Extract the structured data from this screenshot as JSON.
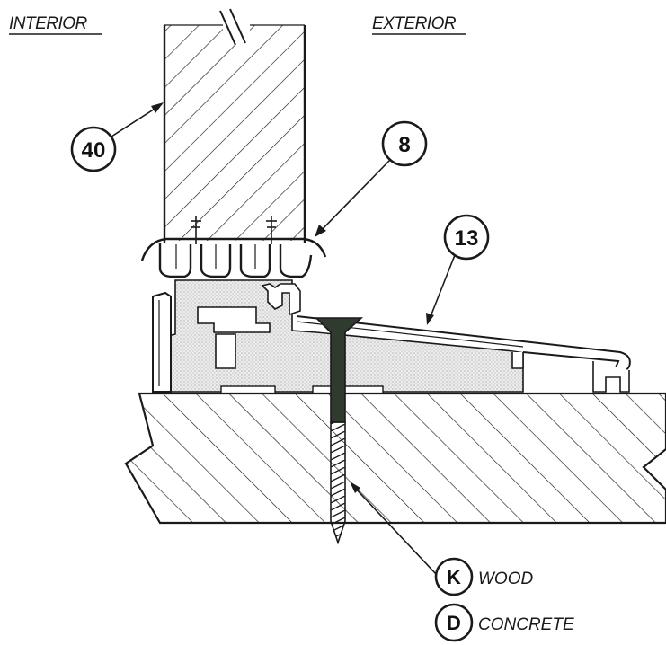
{
  "labels": {
    "interior": "INTERIOR",
    "exterior": "EXTERIOR"
  },
  "callouts": [
    {
      "id": "40"
    },
    {
      "id": "8"
    },
    {
      "id": "13"
    }
  ],
  "legend": [
    {
      "letter": "K",
      "text": "WOOD"
    },
    {
      "letter": "D",
      "text": "CONCRETE"
    }
  ],
  "colors": {
    "line": "#1a1a1a",
    "fill_dotted": "#e6e6e6",
    "screw": "#2e3b2e"
  }
}
